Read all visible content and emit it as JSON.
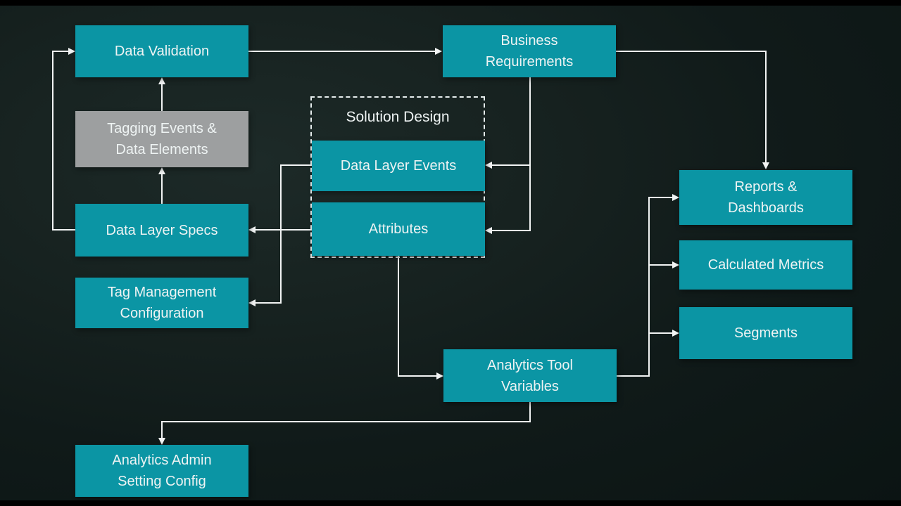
{
  "colors": {
    "background": "#121c1b",
    "letterbox": "#000000",
    "node_fill": "#0b95a4",
    "node_muted_fill": "#9d9fa0",
    "node_text": "#eef3f3",
    "connector": "#f2f4f4"
  },
  "nodes": {
    "data_validation": {
      "label": "Data Validation"
    },
    "business_requirements": {
      "label": "Business\nRequirements"
    },
    "tagging_events": {
      "label": "Tagging Events &\nData Elements"
    },
    "solution_design_group": {
      "label": "Solution Design"
    },
    "data_layer_events": {
      "label": "Data Layer Events"
    },
    "attributes": {
      "label": "Attributes"
    },
    "data_layer_specs": {
      "label": "Data Layer Specs"
    },
    "tag_management": {
      "label": "Tag Management\nConfiguration"
    },
    "reports_dashboards": {
      "label": "Reports &\nDashboards"
    },
    "calculated_metrics": {
      "label": "Calculated Metrics"
    },
    "segments": {
      "label": "Segments"
    },
    "analytics_tool_variables": {
      "label": "Analytics Tool\nVariables"
    },
    "analytics_admin": {
      "label": "Analytics Admin\nSetting Config"
    }
  },
  "edges": [
    {
      "from": "Data Validation",
      "to": "Business Requirements"
    },
    {
      "from": "Business Requirements",
      "to": "Data Layer Events"
    },
    {
      "from": "Business Requirements",
      "to": "Attributes"
    },
    {
      "from": "Business Requirements",
      "to": "Reports & Dashboards"
    },
    {
      "from": "Tagging Events & Data Elements",
      "to": "Data Validation"
    },
    {
      "from": "Data Layer Specs",
      "to": "Tagging Events & Data Elements"
    },
    {
      "from": "Data Layer Specs",
      "to": "Data Validation"
    },
    {
      "from": "Attributes",
      "to": "Data Layer Specs"
    },
    {
      "from": "Data Layer Events",
      "to": "Tag Management Configuration"
    },
    {
      "from": "Attributes",
      "to": "Analytics Tool Variables"
    },
    {
      "from": "Analytics Tool Variables",
      "to": "Reports & Dashboards"
    },
    {
      "from": "Analytics Tool Variables",
      "to": "Calculated Metrics"
    },
    {
      "from": "Analytics Tool Variables",
      "to": "Segments"
    },
    {
      "from": "Analytics Tool Variables",
      "to": "Analytics Admin Setting Config"
    }
  ]
}
